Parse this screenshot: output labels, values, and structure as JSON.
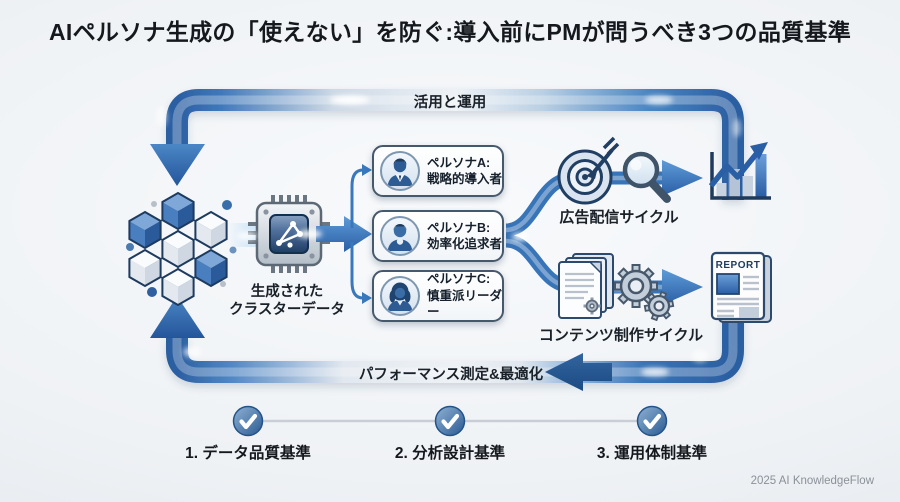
{
  "title": "AIペルソナ生成の「使えない」を防ぐ:導入前にPMが問うべき3つの品質基準",
  "flow": {
    "top_loop_label": "活用と運用",
    "bottom_loop_label": "パフォーマンス測定&最適化",
    "cluster_label_line1": "生成された",
    "cluster_label_line2": "クラスターデータ",
    "personas": [
      {
        "name": "ペルソナA:",
        "desc": "戦略的導入者",
        "avatar": "businessman-icon"
      },
      {
        "name": "ペルソナB:",
        "desc": "効率化追求者",
        "avatar": "man-icon"
      },
      {
        "name": "ペルソナC:",
        "desc": "慎重派リーダー",
        "avatar": "woman-icon"
      }
    ],
    "cycles": [
      {
        "label": "広告配信サイクル",
        "icons": [
          "target-icon",
          "magnifier-icon"
        ],
        "output_icon": "growth-chart-icon"
      },
      {
        "label": "コンテンツ制作サイクル",
        "icons": [
          "documents-icon",
          "gears-icon"
        ],
        "output_icon": "report-icon"
      }
    ],
    "report_text": "REPORT"
  },
  "criteria": [
    {
      "label": "1. データ品質基準"
    },
    {
      "label": "2. 分析設計基準"
    },
    {
      "label": "3. 運用体制基準"
    }
  ],
  "footer": "2025 AI KnowledgeFlow",
  "colors": {
    "accent_blue": "#2b5fa2",
    "light_blue": "#5e9bd8",
    "silver_band": "#eef2f6",
    "dark_outline": "#1d3a5f",
    "text": "#16202c",
    "footer_gray": "#8b9199"
  }
}
